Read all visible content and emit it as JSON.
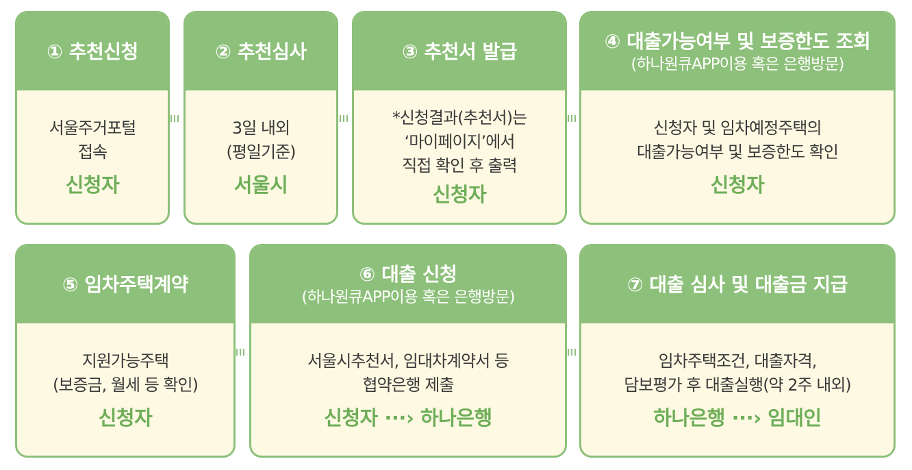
{
  "row1": [
    {
      "title": "① 추천신청",
      "sub": "",
      "lines": [
        "서울주거포털",
        "접속"
      ],
      "actor": "신청자"
    },
    {
      "title": "② 추천심사",
      "sub": "",
      "lines": [
        "3일 내외",
        "(평일기준)"
      ],
      "actor": "서울시"
    },
    {
      "title": "③ 추천서 발급",
      "sub": "",
      "lines": [
        "*신청결과(추천서)는",
        "‘마이페이지’에서",
        "직접 확인 후 출력"
      ],
      "actor": "신청자"
    },
    {
      "title": "④ 대출가능여부 및 보증한도 조회",
      "sub": "(하나원큐APP이용 혹은 은행방문)",
      "lines": [
        "신청자 및 임차예정주택의",
        "대출가능여부 및 보증한도 확인"
      ],
      "actor": "신청자"
    }
  ],
  "row2": [
    {
      "title": "⑤ 임차주택계약",
      "sub": "",
      "lines": [
        "지원가능주택",
        "(보증금, 월세 등 확인)"
      ],
      "actor": "신청자"
    },
    {
      "title": "⑥ 대출 신청",
      "sub": "(하나원큐APP이용 혹은 은행방문)",
      "lines": [
        "서울시추천서, 임대차계약서 등",
        "협약은행 제출"
      ],
      "actor": "신청자 ···› 하나은행"
    },
    {
      "title": "⑦ 대출 심사 및 대출금 지급",
      "sub": "",
      "lines": [
        "임차주택조건, 대출자격,",
        "담보평가 후 대출실행(약 2주 내외)"
      ],
      "actor": "하나은행 ···› 임대인"
    }
  ],
  "colors": {
    "accent": "#8dc07a",
    "body_bg": "#fdf9e2",
    "actor_text": "#6fae59",
    "header_text": "#ffffff"
  }
}
